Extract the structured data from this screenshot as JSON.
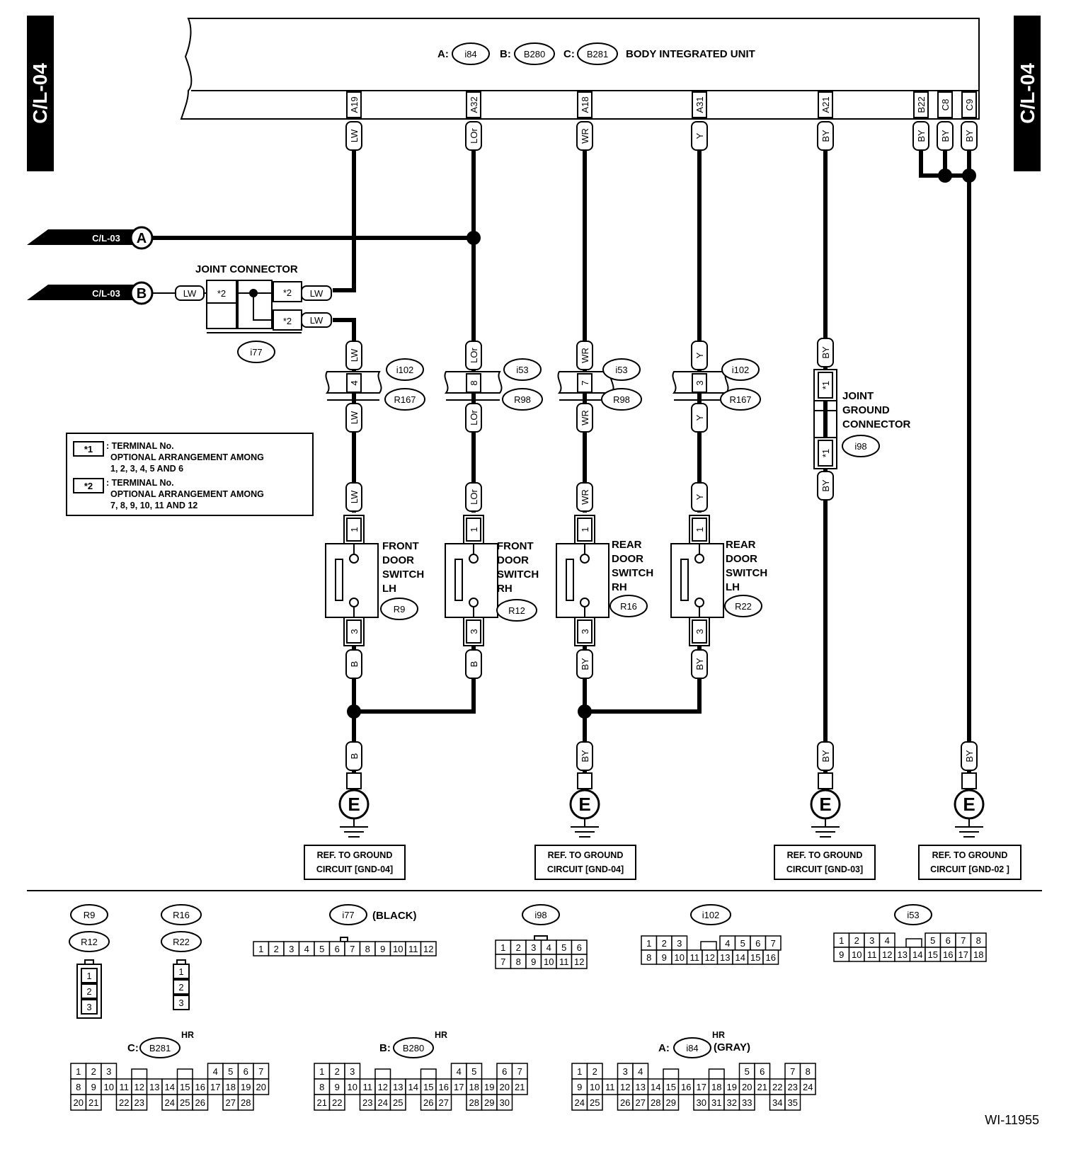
{
  "side_tab": "C/L-04",
  "unit": {
    "title": "BODY INTEGRATED UNIT",
    "connectors": [
      {
        "prefix": "A:",
        "code": "i84"
      },
      {
        "prefix": "B:",
        "code": "B280"
      },
      {
        "prefix": "C:",
        "code": "B281"
      }
    ]
  },
  "terminals": [
    {
      "pin": "A19",
      "wire": "LW"
    },
    {
      "pin": "A32",
      "wire": "LOr"
    },
    {
      "pin": "A18",
      "wire": "WR"
    },
    {
      "pin": "A31",
      "wire": "Y"
    },
    {
      "pin": "A21",
      "wire": "BY"
    },
    {
      "pin": "B22",
      "wire": "BY"
    },
    {
      "pin": "C8",
      "wire": "BY"
    },
    {
      "pin": "C9",
      "wire": "BY"
    }
  ],
  "off_page": [
    {
      "ref": "C/L-03",
      "letter": "A"
    },
    {
      "ref": "C/L-03",
      "letter": "B"
    }
  ],
  "joint_connector": {
    "title": "JOINT CONNECTOR",
    "code": "i77",
    "wire_in": "LW",
    "wire_out1": "LW",
    "wire_out2": "LW",
    "terminal": "*2"
  },
  "legend": [
    {
      "key": "*1",
      "line1": ": TERMINAL No.",
      "line2": "OPTIONAL ARRANGEMENT AMONG",
      "line3": "1, 2, 3, 4, 5 AND 6"
    },
    {
      "key": "*2",
      "line1": ": TERMINAL No.",
      "line2": "OPTIONAL ARRANGEMENT AMONG",
      "line3": "7, 8, 9, 10, 11 AND 12"
    }
  ],
  "inline_connectors": [
    {
      "wire": "LW",
      "pin": "4",
      "top": "i102",
      "bottom": "R167"
    },
    {
      "wire": "LOr",
      "pin": "8",
      "top": "i53",
      "bottom": "R98"
    },
    {
      "wire": "WR",
      "pin": "7",
      "top": "i53",
      "bottom": "R98"
    },
    {
      "wire": "Y",
      "pin": "3",
      "top": "i102",
      "bottom": "R167"
    }
  ],
  "joint_ground": {
    "line1": "JOINT",
    "line2": "GROUND",
    "line3": "CONNECTOR",
    "code": "i98",
    "wire": "BY",
    "terminal": "*1"
  },
  "switches": [
    {
      "name1": "FRONT",
      "name2": "DOOR",
      "name3": "SWITCH",
      "name4": "LH",
      "code": "R9",
      "in_wire": "LW",
      "out_wire": "B",
      "pin_top": "1",
      "pin_bottom": "3"
    },
    {
      "name1": "FRONT",
      "name2": "DOOR",
      "name3": "SWITCH",
      "name4": "RH",
      "code": "R12",
      "in_wire": "LOr",
      "out_wire": "B",
      "pin_top": "1",
      "pin_bottom": "3"
    },
    {
      "name1": "REAR",
      "name2": "DOOR",
      "name3": "SWITCH",
      "name4": "RH",
      "code": "R16",
      "in_wire": "WR",
      "out_wire": "BY",
      "pin_top": "1",
      "pin_bottom": "3"
    },
    {
      "name1": "REAR",
      "name2": "DOOR",
      "name3": "SWITCH",
      "name4": "LH",
      "code": "R22",
      "in_wire": "Y",
      "out_wire": "BY",
      "pin_top": "1",
      "pin_bottom": "3"
    }
  ],
  "grounds": [
    {
      "wire": "B",
      "symbol": "E",
      "ref1": "REF. TO GROUND",
      "ref2": "CIRCUIT [GND-04]"
    },
    {
      "wire": "BY",
      "symbol": "E",
      "ref1": "REF. TO GROUND",
      "ref2": "CIRCUIT [GND-04]"
    },
    {
      "wire": "BY",
      "symbol": "E",
      "ref1": "REF. TO GROUND",
      "ref2": "CIRCUIT [GND-03]"
    },
    {
      "wire": "BY",
      "symbol": "E",
      "ref1": "REF. TO GROUND",
      "ref2": "CIRCUIT [GND-02 ]"
    }
  ],
  "connector_views": {
    "r9": {
      "codes": [
        "R9",
        "R12"
      ],
      "pins": [
        "1",
        "2",
        "3"
      ]
    },
    "r16": {
      "codes": [
        "R16",
        "R22"
      ],
      "pins": [
        "1",
        "2",
        "3"
      ]
    },
    "i77": {
      "code": "i77",
      "note": "(BLACK)",
      "pins": [
        "1",
        "2",
        "3",
        "4",
        "5",
        "6",
        "7",
        "8",
        "9",
        "10",
        "11",
        "12"
      ]
    },
    "i98": {
      "code": "i98",
      "row1": [
        "1",
        "2",
        "3",
        "4",
        "5",
        "6"
      ],
      "row2": [
        "7",
        "8",
        "9",
        "10",
        "11",
        "12"
      ]
    },
    "i102": {
      "code": "i102",
      "row1a": [
        "1",
        "2",
        "3"
      ],
      "row1b": [
        "4",
        "5",
        "6",
        "7"
      ],
      "row2": [
        "8",
        "9",
        "10",
        "11",
        "12",
        "13",
        "14",
        "15",
        "16"
      ]
    },
    "i53": {
      "code": "i53",
      "row1a": [
        "1",
        "2",
        "3",
        "4"
      ],
      "row1b": [
        "5",
        "6",
        "7",
        "8"
      ],
      "row2": [
        "9",
        "10",
        "11",
        "12",
        "13",
        "14",
        "15",
        "16",
        "17",
        "18"
      ]
    },
    "b281": {
      "prefix": "C:",
      "code": "B281",
      "hr": "HR"
    },
    "b280": {
      "prefix": "B:",
      "code": "B280",
      "hr": "HR"
    },
    "i84": {
      "prefix": "A:",
      "code": "i84",
      "hr": "HR",
      "note": "(GRAY)"
    }
  },
  "figure_id": "WI-11955"
}
